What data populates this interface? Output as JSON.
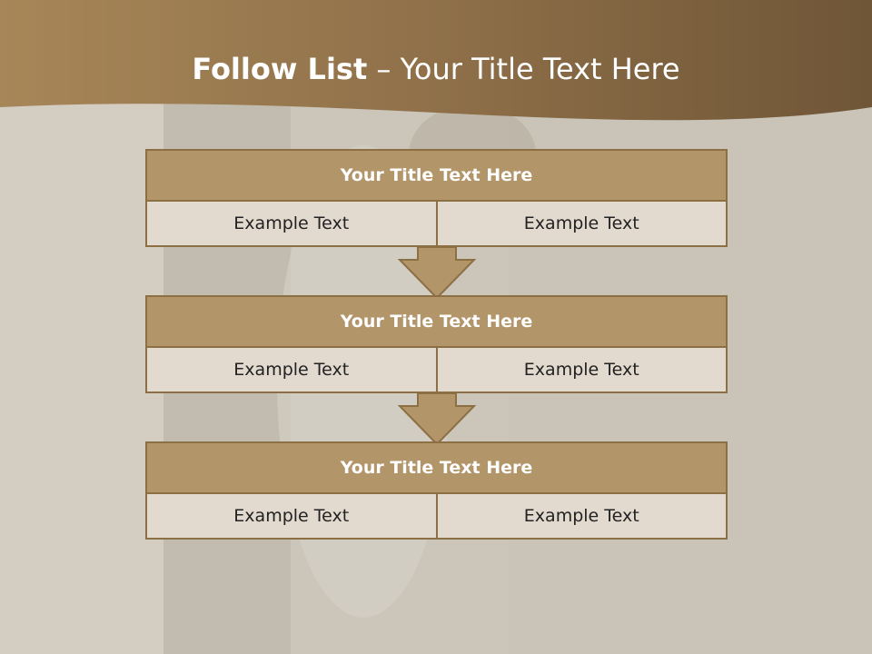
{
  "slide": {
    "title_bold": "Follow List",
    "title_rest": "– Your Title Text Here"
  },
  "blocks": [
    {
      "title": "Your Title Text Here",
      "cells": [
        "Example Text",
        "Example Text"
      ]
    },
    {
      "title": "Your Title Text Here",
      "cells": [
        "Example Text",
        "Example Text"
      ]
    },
    {
      "title": "Your Title Text Here",
      "cells": [
        "Example Text",
        "Example Text"
      ]
    }
  ],
  "colors": {
    "header_band": "#8a6c45",
    "block_title_fill": "#b3956a",
    "block_border": "#8d6f44",
    "cell_fill": "#e2d9cf",
    "arrow_fill": "#b3956a"
  },
  "icons": {
    "connector": "down-arrow-icon"
  }
}
